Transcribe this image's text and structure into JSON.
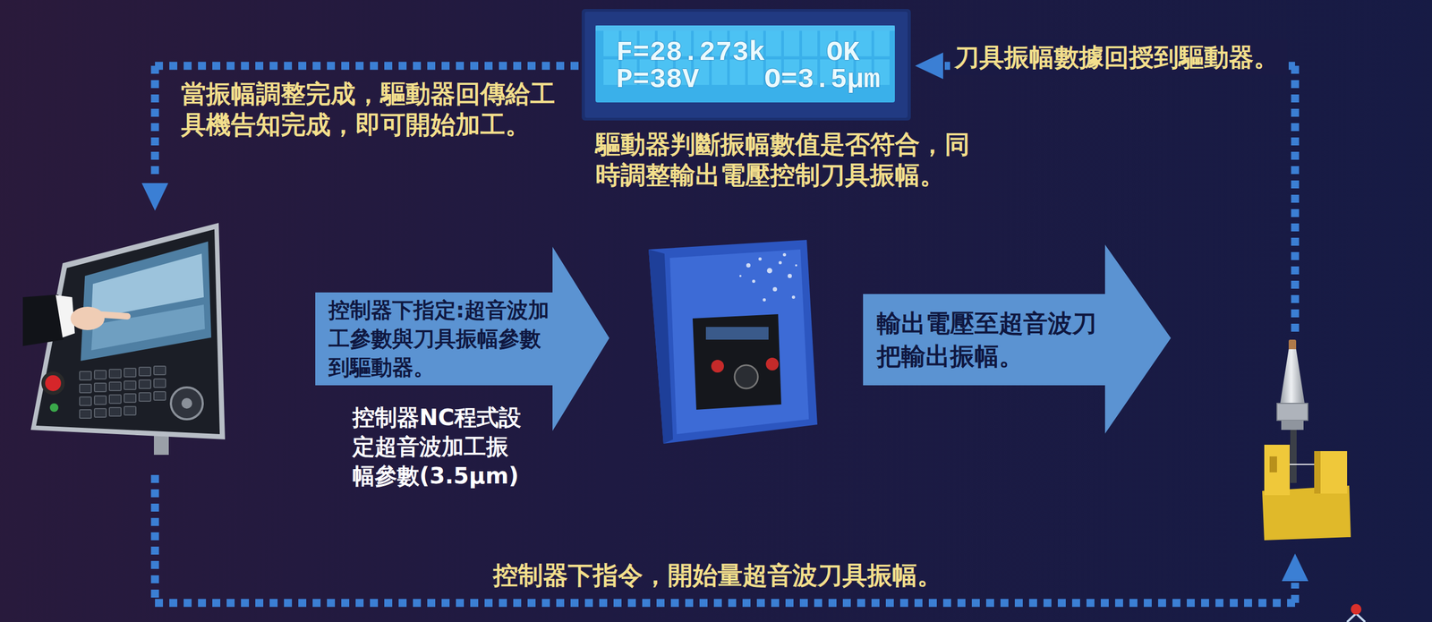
{
  "diagram": {
    "nodes": [
      {
        "text": [
          "F=28.273k",
          "OK",
          "P=38V",
          "O=3.5μm"
        ]
      },
      {
        "text": [
          "控制器下指定:超音波加工參數與刀具振幅參數到驅動器。"
        ]
      },
      {
        "text": [
          "輸出電壓至超音波刀把輸出振幅。"
        ]
      }
    ],
    "labels": [
      "當振幅調整完成，驅動器回傳給工具機告知完成，即可開始加工。",
      "刀具振幅數據回授到驅動器。",
      "驅動器判斷振幅數值是否符合，同時調整輸出電壓控制刀具振幅。",
      "控制器NC程式設定超音波加工振幅參數(3.5μm)",
      "控制器下指令，開始量超音波刀具振幅。"
    ]
  }
}
